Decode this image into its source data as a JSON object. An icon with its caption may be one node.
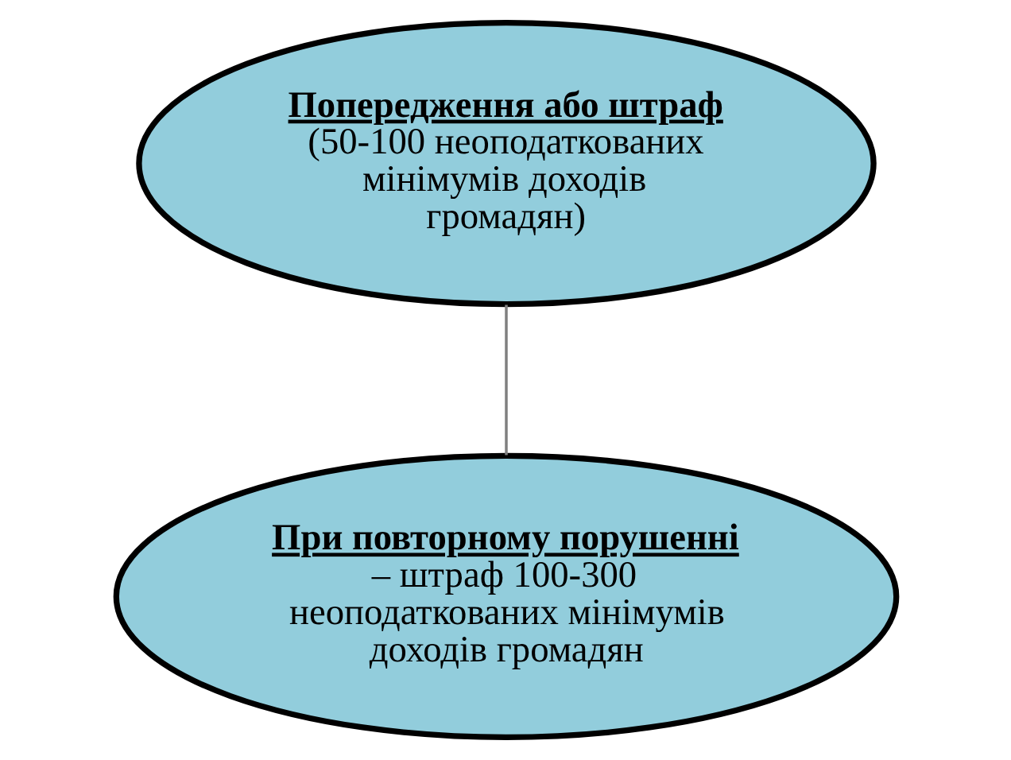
{
  "diagram": {
    "nodes": [
      {
        "text": [
          "Попередження або штраф",
          "(50-100 неоподаткованих мінімумів доходів громадян)"
        ]
      },
      {
        "text": [
          "При повторному порушенні",
          "– штраф 100-300 неоподаткованих мінімумів доходів громадян"
        ]
      }
    ],
    "edges": [
      {
        "from": 0,
        "to": 1,
        "arrow": "none"
      }
    ]
  }
}
